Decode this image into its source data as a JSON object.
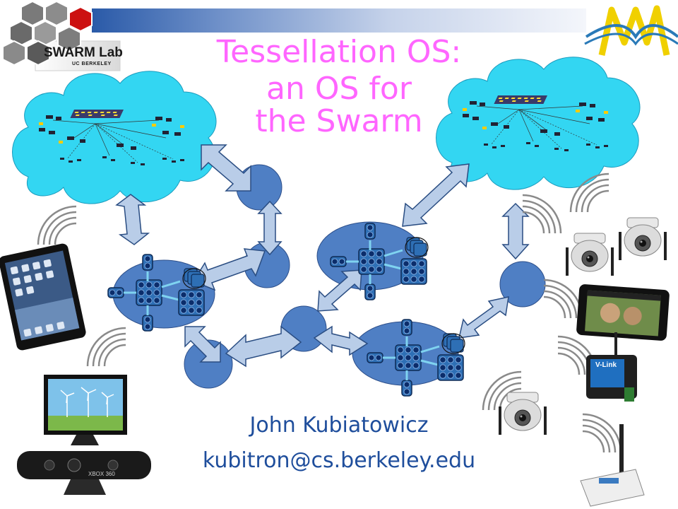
{
  "title": {
    "line1": "Tessellation OS:",
    "line2": "an OS for",
    "line3": "the Swarm"
  },
  "author": {
    "name": "John Kubiatowicz",
    "email": "kubitron@cs.berkeley.edu"
  },
  "logo": {
    "lab": "SWARM Lab",
    "university": "UC BERKELEY"
  },
  "devices": {
    "vlink_brand": "V-Link",
    "xbox_brand": "XBOX 360"
  },
  "colors": {
    "title": "#ff66ff",
    "author": "#1f4e9c",
    "cloud": "#33d6f2",
    "node": "#4f7fc4",
    "arrow": "#b9cde8",
    "header_bar": "#2a5aa8"
  }
}
